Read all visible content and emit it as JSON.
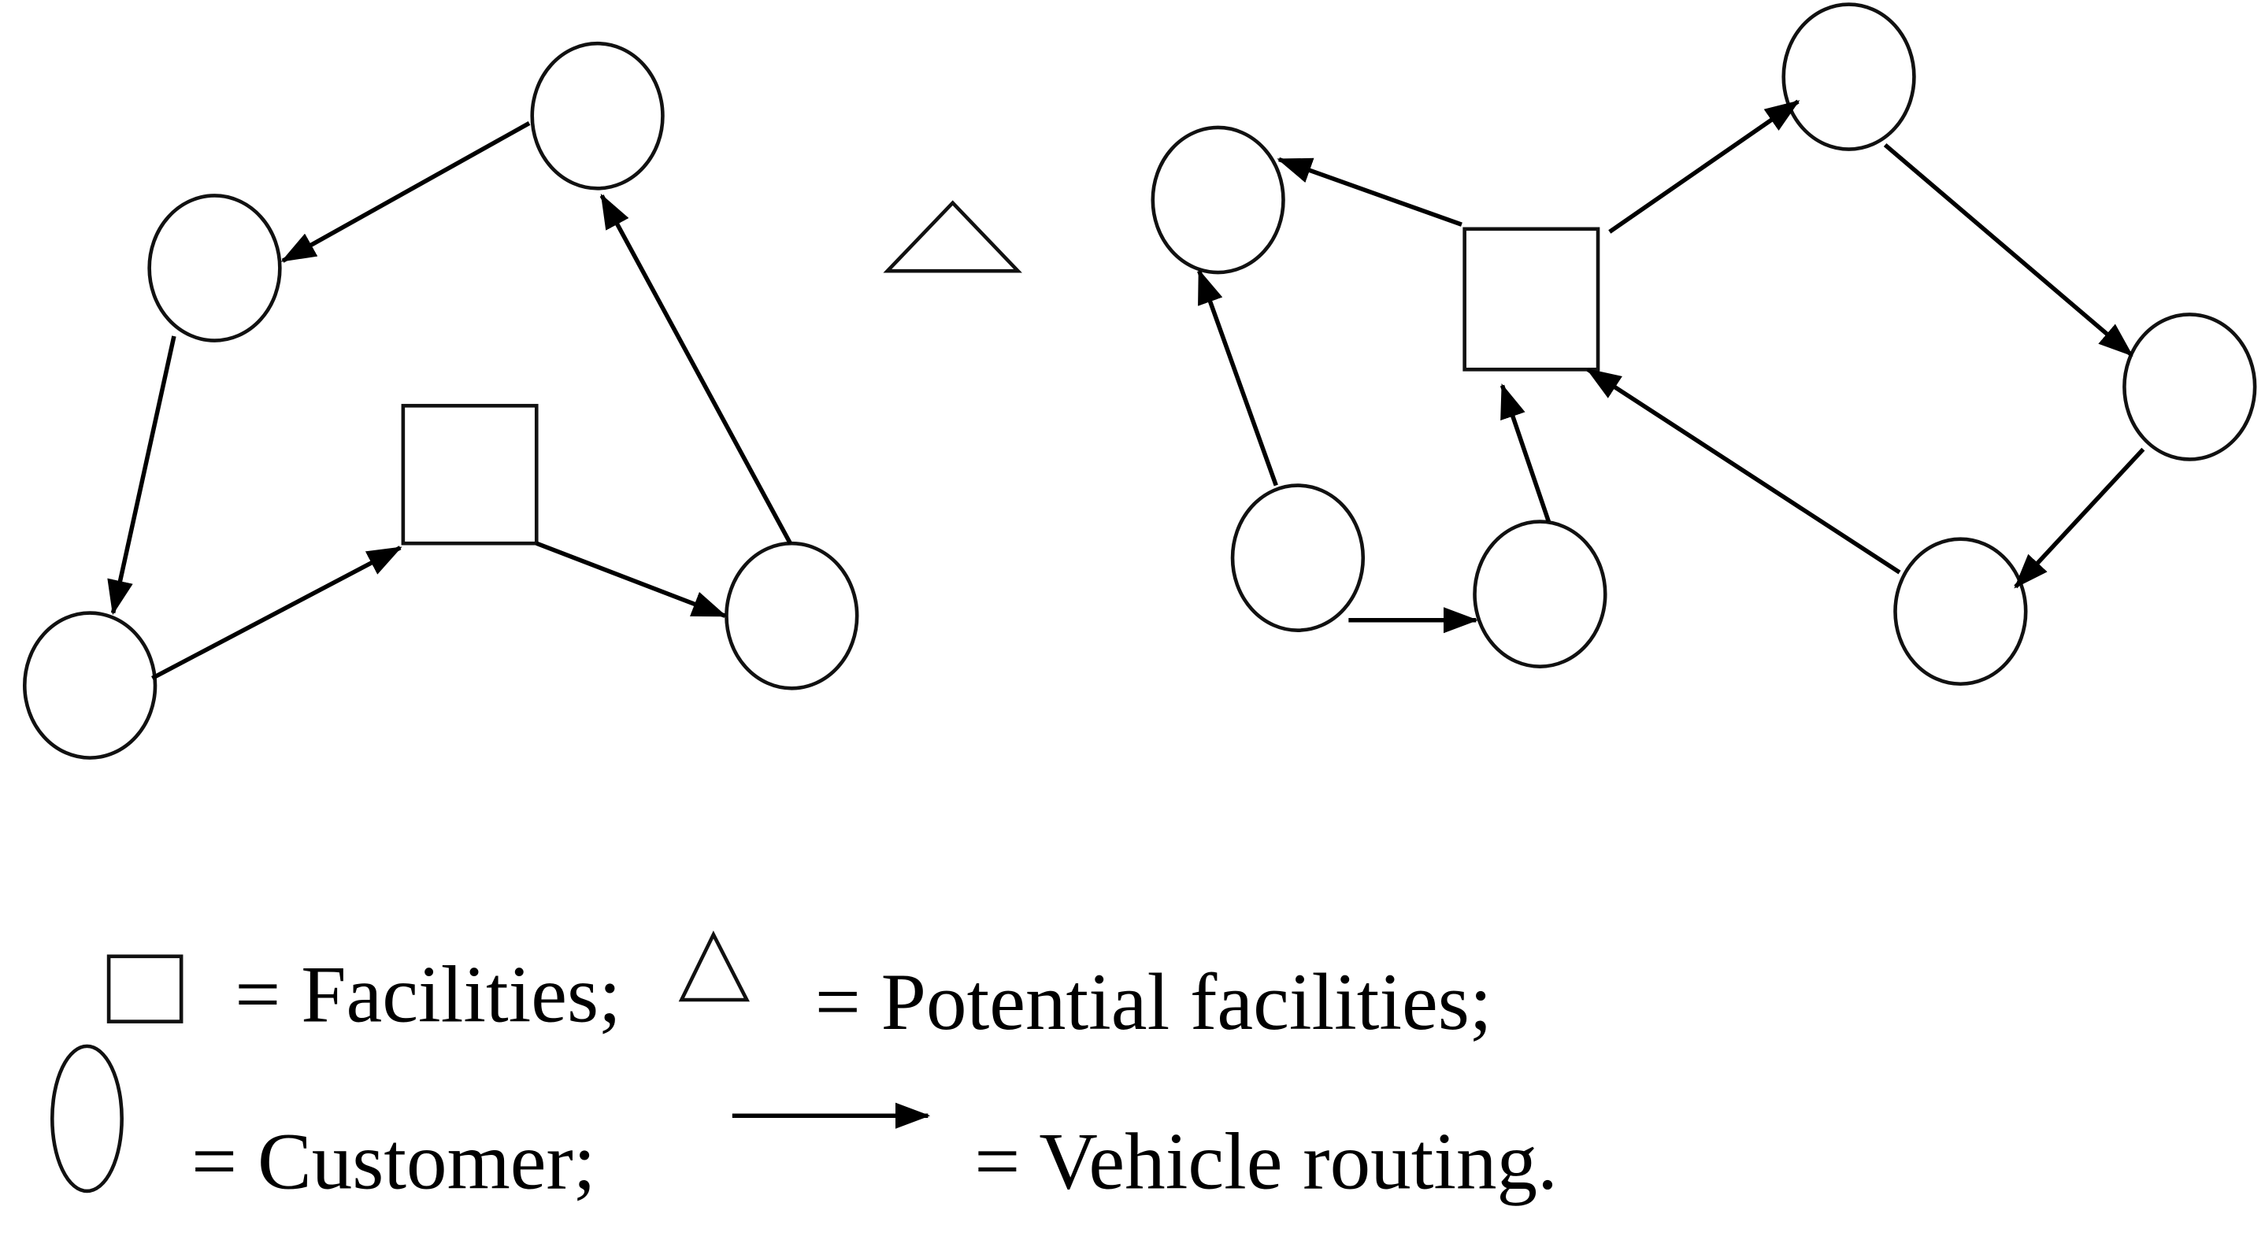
{
  "legend": {
    "facilities": "= Facilities;",
    "potential_facilities": "= Potential facilities;",
    "customer": "= Customer;",
    "vehicle_routing": "= Vehicle routing."
  },
  "colors": {
    "stroke": "#111111",
    "background": "#ffffff"
  }
}
